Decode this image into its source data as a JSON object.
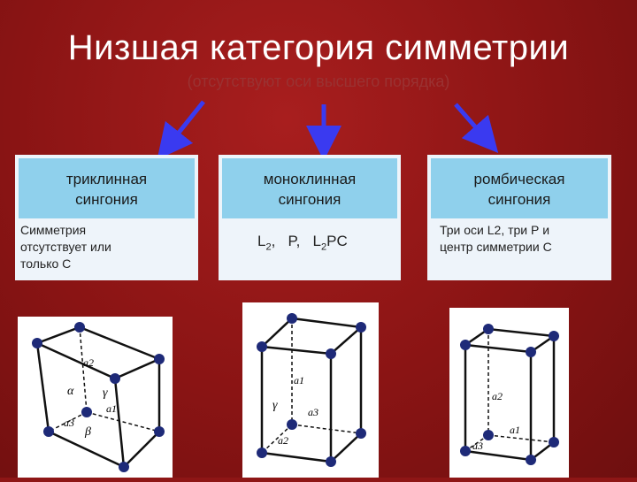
{
  "title": "Низшая категория симметрии",
  "subtitle": "(отсутствуют оси высшего порядка)",
  "cards": [
    {
      "head_line1": "триклинная",
      "head_line2": "сингония",
      "body": [
        "Симметрия",
        "отсутствует или",
        "только С"
      ]
    },
    {
      "head_line1": "моноклинная",
      "head_line2": "сингония",
      "formula": {
        "t1": "L",
        "t1sub": "2",
        "t2": ",",
        "t3": "P,",
        "t4": "L",
        "t4sub": "2",
        "t5": "PC"
      }
    },
    {
      "head_line1": "ромбическая",
      "head_line2": "сингония",
      "body": [
        "Три оси L2, три Р и",
        "центр симметрии С"
      ]
    }
  ],
  "figures": {
    "triclinic": {
      "a1": "a1",
      "a2": "a2",
      "a3": "a3",
      "alpha": "α",
      "beta": "β",
      "gamma": "γ"
    },
    "monoclinic": {
      "a1": "a1",
      "a2": "a2",
      "a3": "a3",
      "gamma": "γ"
    },
    "orthorhombic": {
      "a1": "a1",
      "a2": "a2",
      "a3": "a3"
    }
  },
  "colors": {
    "background": "#8e1616",
    "card_head": "#8fd0ec",
    "card_body": "#eef4fa",
    "arrow": "#3a3af0"
  }
}
